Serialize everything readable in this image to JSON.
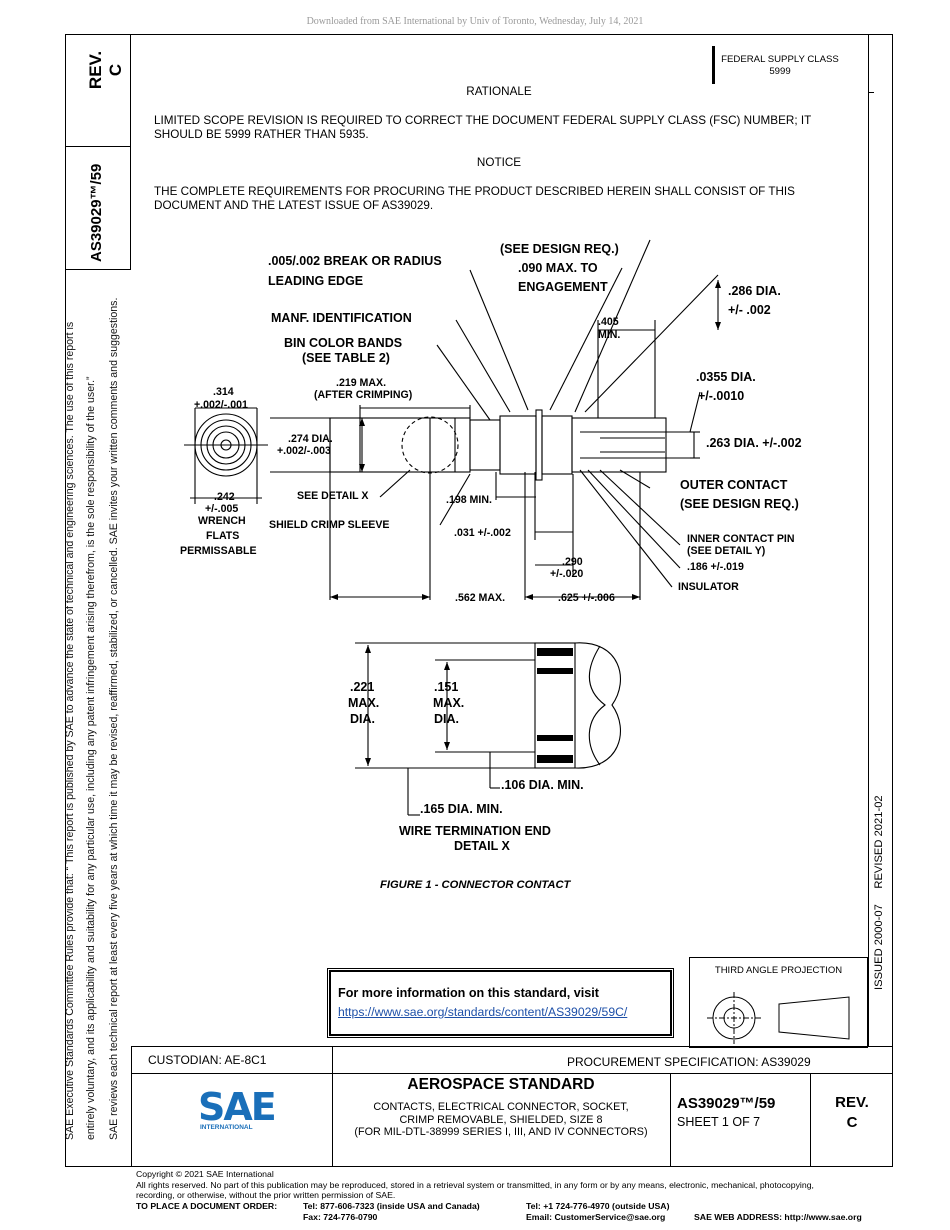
{
  "header": {
    "download_note": "Downloaded from SAE International by Univ of Toronto, Wednesday, July 14, 2021"
  },
  "side": {
    "rev_label": "REV.",
    "rev_value": "C",
    "doc_number": "AS39029™/59",
    "note_line1": "SAE Executive Standards Committee Rules provide that: “ This report is published by SAE to advance the state of technical and engineering sciences. The use of this report is",
    "note_line2": "entirely voluntary, and its applicability and suitability for any particular use, including any patent infringement arising therefrom, is the sole responsibility of the user.”",
    "note_line3": "SAE reviews each technical report at least every five years at which time it may be revised, reaffirmed, stabilized, or cancelled. SAE invites your written comments and suggestions.",
    "issued": "ISSUED 2000-07     REVISED 2021-02"
  },
  "fsc": {
    "line1": "FEDERAL SUPPLY CLASS",
    "line2": "5999"
  },
  "rationale": {
    "heading": "RATIONALE",
    "line1": "LIMITED SCOPE REVISION IS REQUIRED TO CORRECT THE DOCUMENT FEDERAL SUPPLY CLASS (FSC) NUMBER; IT",
    "line2": "SHOULD BE 5999 RATHER THAN 5935."
  },
  "notice": {
    "heading": "NOTICE",
    "line1": "THE COMPLETE REQUIREMENTS FOR PROCURING THE PRODUCT DESCRIBED HEREIN SHALL CONSIST OF THIS",
    "line2": "DOCUMENT AND THE LATEST ISSUE OF AS39029."
  },
  "figure": {
    "caption": "FIGURE 1 - CONNECTOR CONTACT",
    "labels": {
      "break": ".005/.002 BREAK OR RADIUS",
      "leading": "LEADING EDGE",
      "see_design": "(SEE DESIGN REQ.)",
      "max090": ".090 MAX. TO",
      "engagement": "ENGAGEMENT",
      "dia286": ".286 DIA.",
      "tol286": "+/- .002",
      "manf": "MANF. IDENTIFICATION",
      "d405": ".405",
      "min": "MIN.",
      "bin": "BIN COLOR BANDS",
      "table2": "(SEE TABLE 2)",
      "dia0355": ".0355 DIA.",
      "tol0355": "+/-.0010",
      "d314": ".314",
      "tol314": "+.002/-.001",
      "max219": ".219 MAX.",
      "after_crimp": "(AFTER CRIMPING)",
      "dia274": ".274 DIA.",
      "tol274": "+.002/-.003",
      "dia263": ".263 DIA. +/-.002",
      "outer": "OUTER CONTACT",
      "outer_req": "(SEE DESIGN REQ.)",
      "d242": ".242",
      "tol242": "+/-.005",
      "wrench": "WRENCH",
      "flats": "FLATS",
      "permissable": "PERMISSABLE",
      "detail_x": "SEE DETAIL X",
      "shield": "SHIELD CRIMP SLEEVE",
      "min198": ".198 MIN.",
      "d031": ".031 +/-.002",
      "inner": "INNER CONTACT PIN",
      "detail_y": "(SEE DETAIL Y)",
      "d186": ".186 +/-.019",
      "d290": ".290",
      "tol290": "+/-.020",
      "insulator": "INSULATOR",
      "max562": ".562 MAX.",
      "d625": ".625 +/-.006",
      "d221": ".221",
      "max": "MAX.",
      "dia": "DIA.",
      "d151": ".151",
      "min106": ".106 DIA. MIN.",
      "min165": ".165 DIA. MIN.",
      "wire_end": "WIRE TERMINATION END",
      "detail_x_title": "DETAIL X"
    }
  },
  "info": {
    "title": "For more information on this standard, visit",
    "link": "https://www.sae.org/standards/content/AS39029/59C/"
  },
  "projection": {
    "label": "THIRD ANGLE PROJECTION"
  },
  "title_block": {
    "custodian": "CUSTODIAN: AE-8C1",
    "procurement": "PROCUREMENT SPECIFICATION: AS39029",
    "logo": "SAE",
    "logo_sub": "INTERNATIONAL",
    "aero": "AEROSPACE STANDARD",
    "title1": "CONTACTS, ELECTRICAL CONNECTOR, SOCKET,",
    "title2": "CRIMP REMOVABLE, SHIELDED, SIZE 8",
    "title3": "(FOR MIL-DTL-38999 SERIES I, III, AND IV CONNECTORS)",
    "doc_number": "AS39029™/59",
    "sheet": "SHEET 1 OF 7",
    "rev_label": "REV.",
    "rev_value": "C"
  },
  "footer": {
    "copyright": "Copyright © 2021 SAE International",
    "rights1": "All rights reserved. No part of this publication may be reproduced, stored in a retrieval system or transmitted, in any form or by any means, electronic, mechanical, photocopying,",
    "rights2": "recording, or otherwise, without the prior written permission of SAE.",
    "order": "TO PLACE A DOCUMENT ORDER:",
    "tel1": "Tel: 877-606-7323 (inside USA and Canada)",
    "fax": "Fax: 724-776-0790",
    "tel2": "Tel: +1 724-776-4970 (outside USA)",
    "email": "Email: CustomerService@sae.org",
    "web": "SAE WEB ADDRESS: http://www.sae.org"
  }
}
